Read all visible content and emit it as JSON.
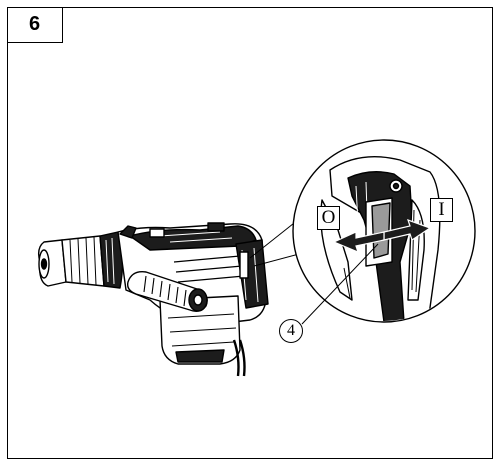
{
  "figure": {
    "number": "6"
  },
  "switch": {
    "off_label": "O",
    "on_label": "I"
  },
  "callouts": [
    {
      "number": "4"
    }
  ],
  "colors": {
    "line": "#000000",
    "switch_fill": "#9a9a9a",
    "tool_dark": "#1c1c1c"
  }
}
